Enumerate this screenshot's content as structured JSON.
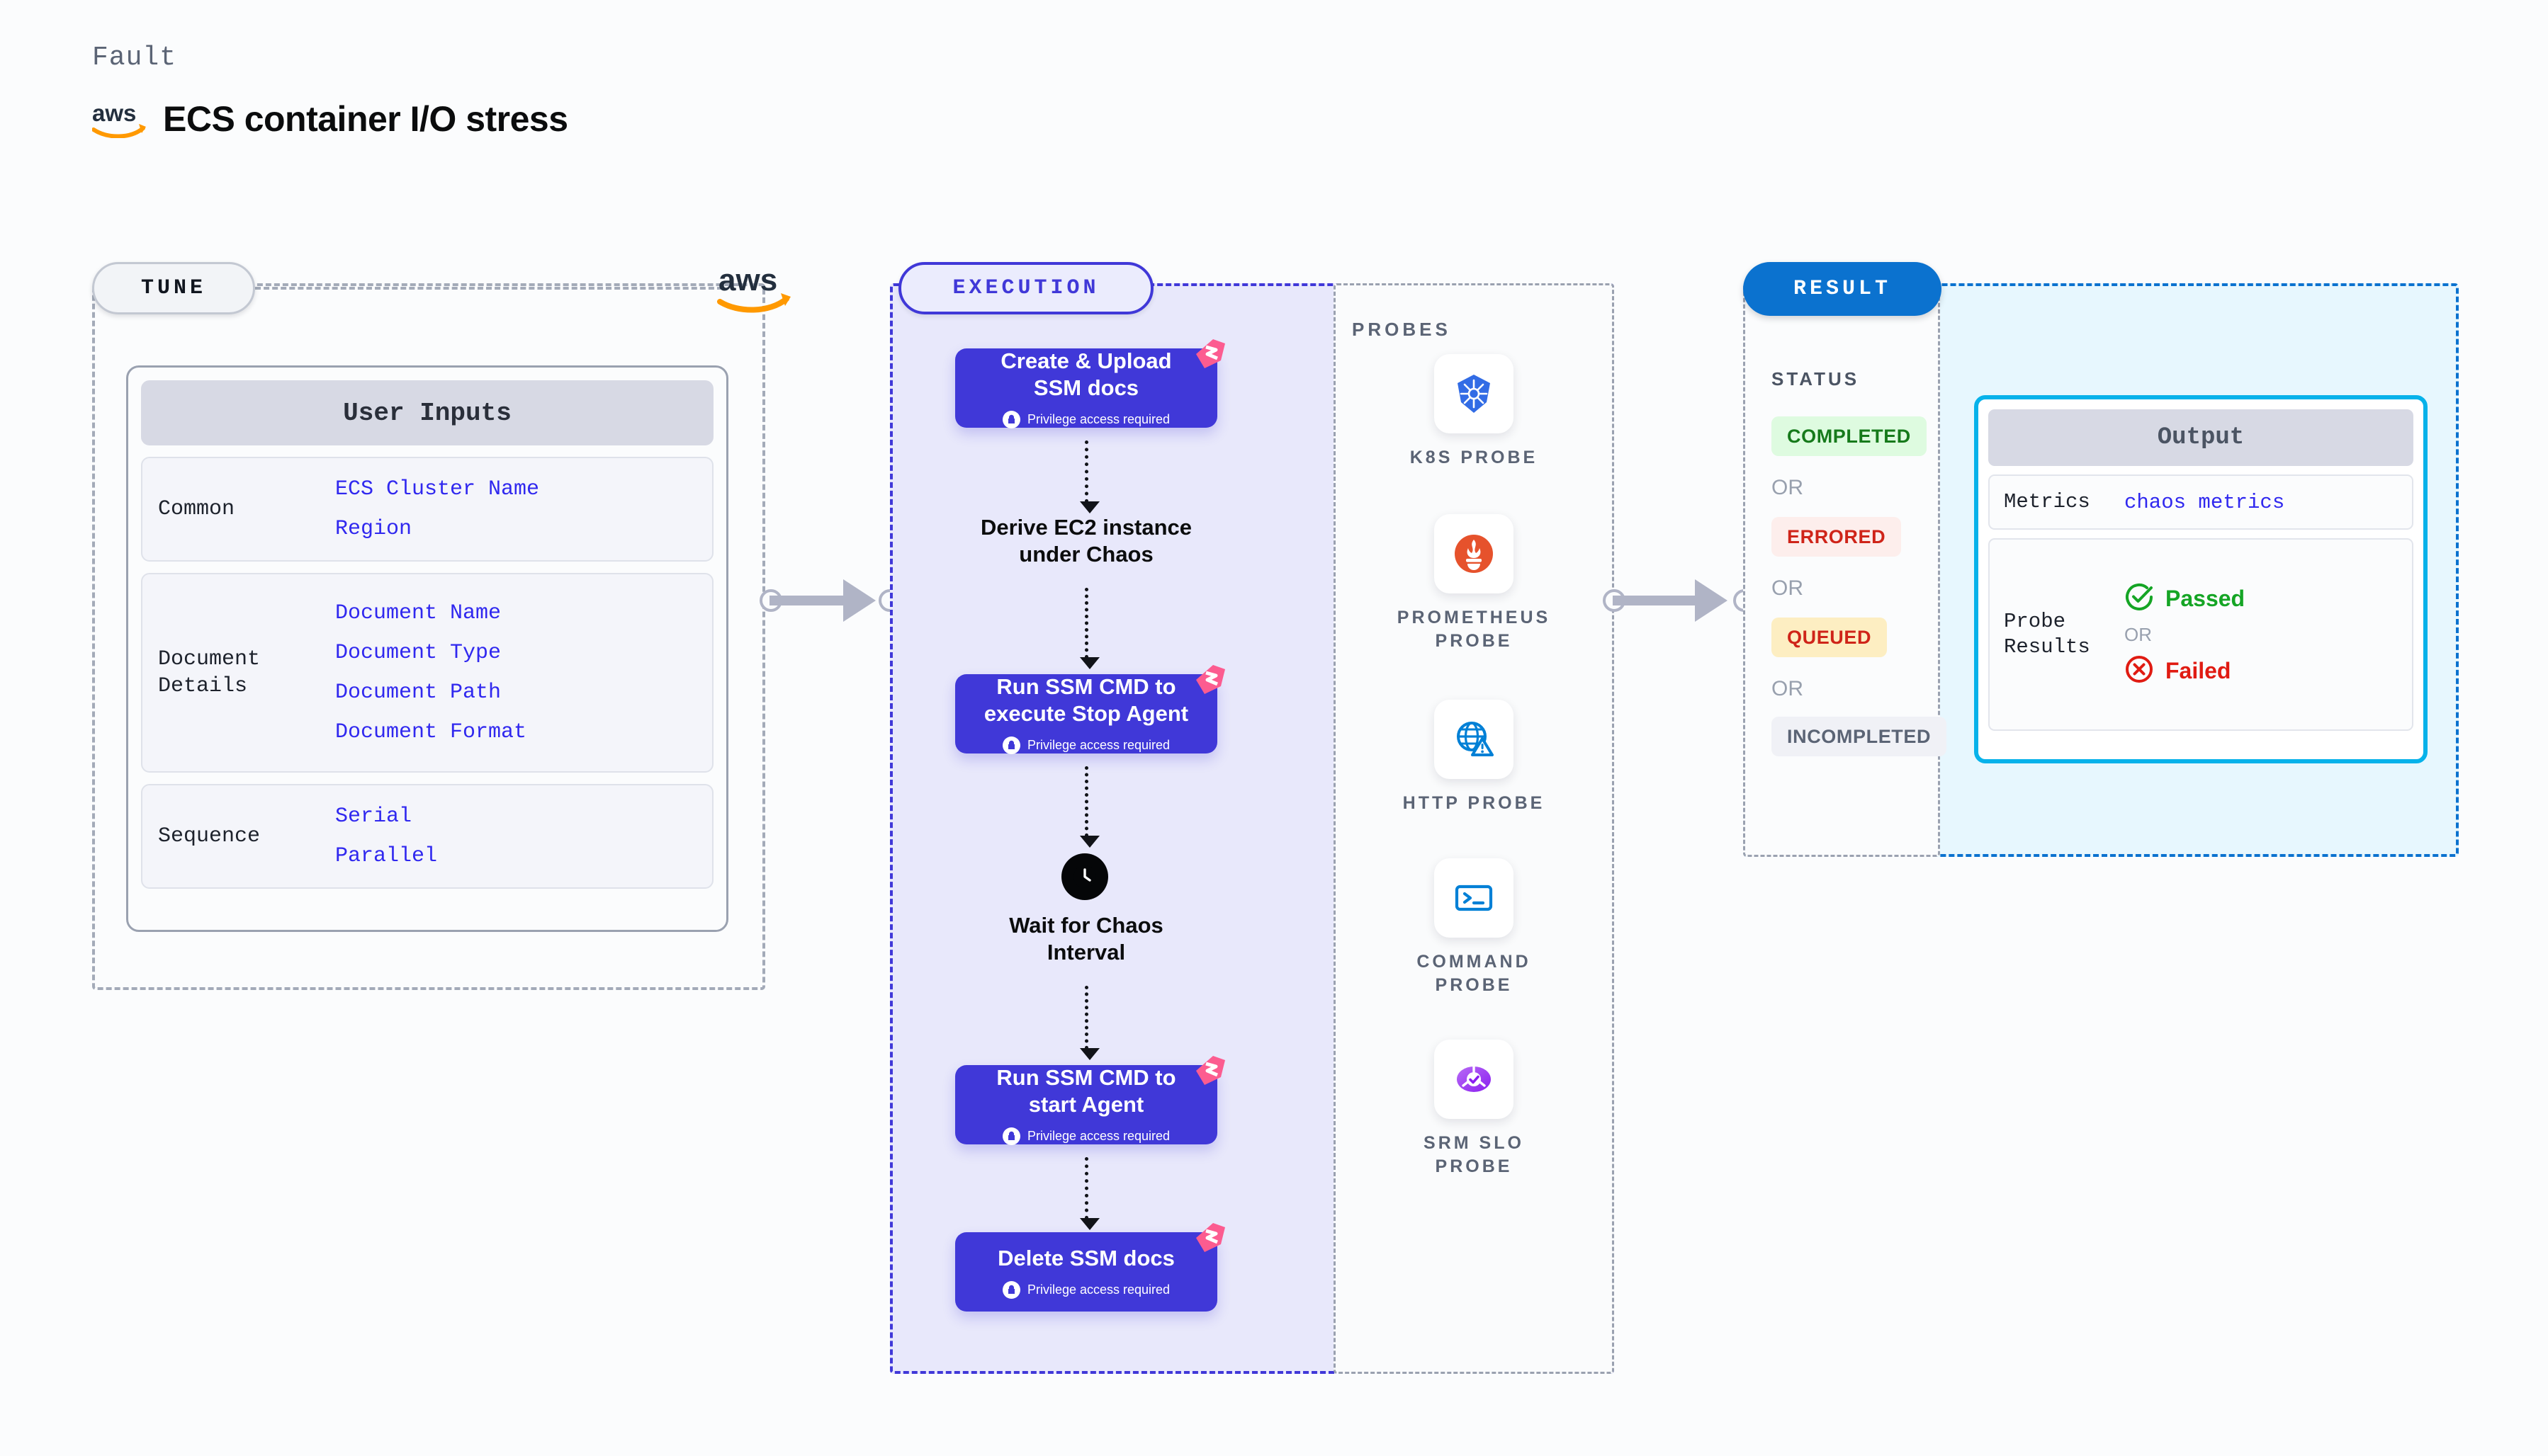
{
  "header": {
    "eyebrow": "Fault",
    "title": "ECS container I/O stress",
    "logo_icon": "aws-logo"
  },
  "phases": {
    "tune": {
      "label": "TUNE",
      "logo_icon": "aws-logo"
    },
    "execution": {
      "label": "EXECUTION"
    },
    "result": {
      "label": "RESULT"
    }
  },
  "tune": {
    "card_title": "User Inputs",
    "groups": [
      {
        "label": "Common",
        "values": [
          "ECS Cluster Name",
          "Region"
        ]
      },
      {
        "label": "Document\nDetails",
        "label_line1": "Document",
        "label_line2": "Details",
        "values": [
          "Document Name",
          "Document Type",
          "Document Path",
          "Document Format"
        ]
      },
      {
        "label": "Sequence",
        "values": [
          "Serial",
          "Parallel"
        ]
      }
    ]
  },
  "execution": {
    "privilege_note": "Privilege access required",
    "steps": [
      {
        "type": "node",
        "title_line1": "Create & Upload",
        "title_line2": "SSM docs",
        "badge_icon": "harness-badge-icon",
        "lock_icon": "lock-icon"
      },
      {
        "type": "text",
        "title_line1": "Derive EC2 instance",
        "title_line2": "under Chaos"
      },
      {
        "type": "node",
        "title_line1": "Run SSM CMD to",
        "title_line2": "execute Stop Agent",
        "badge_icon": "harness-badge-icon",
        "lock_icon": "lock-icon"
      },
      {
        "type": "text",
        "title_line1": "Wait for Chaos",
        "title_line2": "Interval",
        "icon": "clock-icon"
      },
      {
        "type": "node",
        "title_line1": "Run SSM CMD to",
        "title_line2": "start Agent",
        "badge_icon": "harness-badge-icon",
        "lock_icon": "lock-icon"
      },
      {
        "type": "node",
        "title_line1": "Delete SSM docs",
        "title_line2": "",
        "badge_icon": "harness-badge-icon",
        "lock_icon": "lock-icon"
      }
    ]
  },
  "probes": {
    "title": "PROBES",
    "items": [
      {
        "label_line1": "K8S  PROBE",
        "label_line2": "",
        "icon": "kubernetes-icon"
      },
      {
        "label_line1": "PROMETHEUS",
        "label_line2": "PROBE",
        "icon": "prometheus-icon"
      },
      {
        "label_line1": "HTTP  PROBE",
        "label_line2": "",
        "icon": "http-globe-icon"
      },
      {
        "label_line1": "COMMAND",
        "label_line2": "PROBE",
        "icon": "command-terminal-icon"
      },
      {
        "label_line1": "SRM  SLO",
        "label_line2": "PROBE",
        "icon": "srm-slo-icon"
      }
    ]
  },
  "result": {
    "status_title": "STATUS",
    "or_label": "OR",
    "statuses": [
      {
        "label": "COMPLETED",
        "bg": "#defbe0",
        "fg": "#167a1b"
      },
      {
        "label": "ERRORED",
        "bg": "#fdeeec",
        "fg": "#cf2419"
      },
      {
        "label": "QUEUED",
        "bg": "#fdeec2",
        "fg": "#cf2419"
      },
      {
        "label": "INCOMPLETED",
        "bg": "#f0f1f6",
        "fg": "#5b6475"
      }
    ],
    "output": {
      "title": "Output",
      "metrics_label": "Metrics",
      "metrics_value": "chaos metrics",
      "probe_results_label_line1": "Probe",
      "probe_results_label_line2": "Results",
      "passed_label": "Passed",
      "failed_label": "Failed",
      "or_label": "OR",
      "passed_icon": "check-circle-icon",
      "failed_icon": "x-circle-icon"
    }
  },
  "colors": {
    "accent_purple": "#4038d8",
    "accent_blue": "#0b72cf",
    "accent_cyan": "#07b2ea",
    "harness_pink": "#fc5c90",
    "aws_orange": "#ff9900",
    "link_blue": "#3028ef"
  }
}
